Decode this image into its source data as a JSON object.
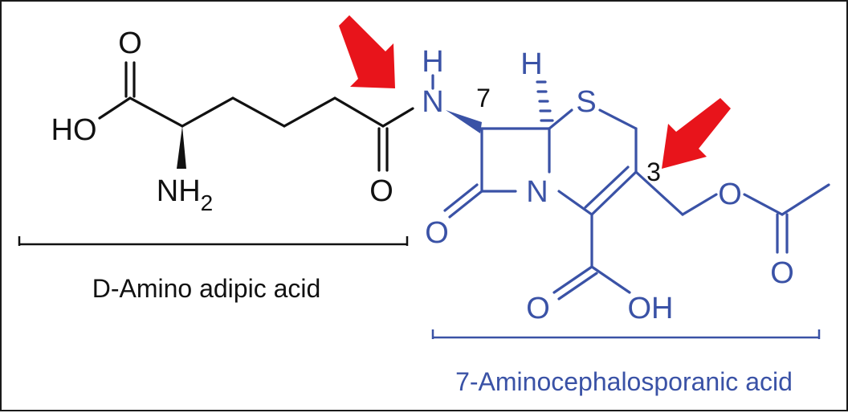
{
  "labels": {
    "ho_left": "HO",
    "o_top_left": "O",
    "nh2_n": "NH",
    "nh2_sub": "2",
    "o_amide": "O",
    "h_amide": "H",
    "n_amide": "N",
    "num_7": "7",
    "h_ring": "H",
    "s_ring": "S",
    "num_3": "3",
    "n_ring": "N",
    "o_lactam": "O",
    "o_ester": "O",
    "o_carbonyl": "O",
    "o_acid": "O",
    "oh_acid": "OH"
  },
  "captions": {
    "left": "D-Amino adipic acid",
    "right": "7-Aminocephalosporanic acid"
  },
  "colors": {
    "black": "#111111",
    "blue": "#3a52a6",
    "arrow": "#e8141b"
  }
}
